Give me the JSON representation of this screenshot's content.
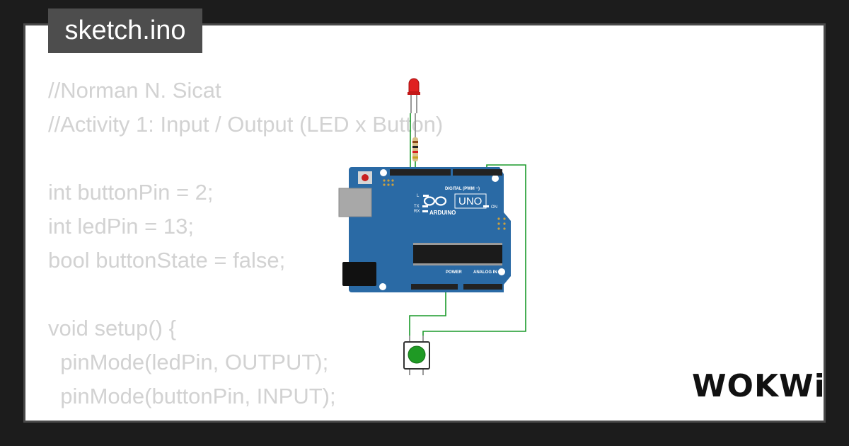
{
  "window": {
    "tab_title": "sketch.ino"
  },
  "code": {
    "lines": [
      "//Norman N. Sicat",
      "//Activity 1: Input / Output (LED x Button)",
      "",
      "int buttonPin = 2;",
      "int ledPin = 13;",
      "bool buttonState = false;",
      "",
      "void setup() {",
      "  pinMode(ledPin, OUTPUT);",
      "  pinMode(buttonPin, INPUT);",
      "}"
    ]
  },
  "board": {
    "brand": "ARDUINO",
    "model": "UNO",
    "digital_label": "DIGITAL (PWM ~)",
    "power_label": "POWER",
    "analog_label": "ANALOG IN",
    "on_label": "ON",
    "tx_label": "TX",
    "rx_label": "RX",
    "l_label": "L"
  },
  "components": {
    "led_color": "#e02020",
    "button_color": "#1f9a24",
    "wire_color": "#1a9a2a",
    "board_color": "#2a6aa5"
  },
  "brand": {
    "logo_text": "WOKWi"
  },
  "icons": [
    "arduino-infinity-icon"
  ]
}
